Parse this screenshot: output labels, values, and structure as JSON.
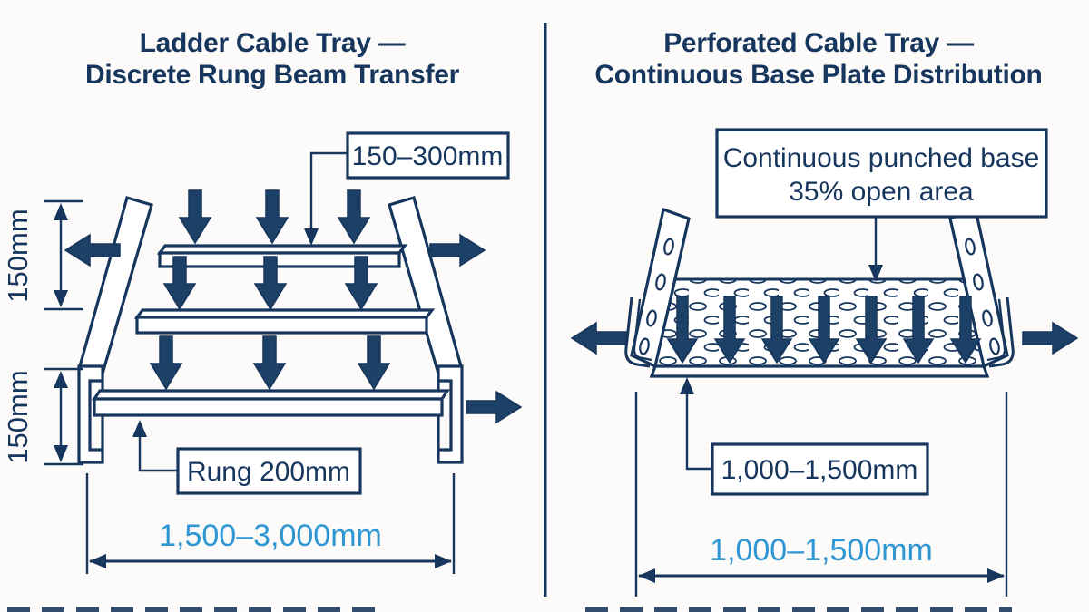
{
  "colors": {
    "navy": "#17365d",
    "arrow": "#1c4066",
    "accent": "#2e96d2",
    "background": "#fcfbf9"
  },
  "left_panel": {
    "title_line1": "Ladder Cable Tray —",
    "title_line2": "Discrete Rung Beam Transfer",
    "rung_spacing_label": "150–300mm",
    "rail_height_label_upper": "150mm",
    "rail_height_label_lower": "150mm",
    "rung_label": "Rung 200mm",
    "width_range_label": "1,500–3,000mm"
  },
  "right_panel": {
    "title_line1": "Perforated Cable Tray —",
    "title_line2": "Continuous Base Plate Distribution",
    "base_label_line1": "Continuous punched base",
    "base_label_line2": "35% open area",
    "support_span_label": "1,000–1,500mm",
    "width_range_label": "1,000–1,500mm"
  }
}
